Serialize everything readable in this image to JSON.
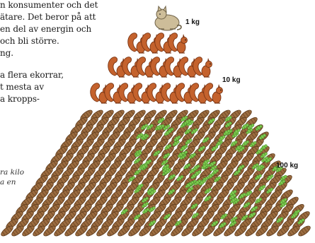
{
  "text_lines": [
    "n konsumenter och det",
    "ätare. Det beror på att",
    "en del av energin och",
    "och bli större.",
    "ng.",
    "a flera ekorrar,",
    "t mesta av",
    "a kropps-"
  ],
  "caption_lines": [
    "ra kilo",
    "a en"
  ],
  "levels": [
    {
      "label": "1 kg",
      "depicts": "cat"
    },
    {
      "label": "10 kg",
      "depicts": "squirrels"
    },
    {
      "label": "100 kg",
      "depicts": "pine cones and spruce shoots"
    }
  ],
  "colors": {
    "squirrel": "#c4622d",
    "squirrel_dark": "#7a3514",
    "cat": "#cdbd99",
    "cone": "#9a6b3f",
    "cone_dark": "#5e3b1c",
    "shoot": "#7fc84f",
    "shoot_dark": "#3e8a26"
  }
}
